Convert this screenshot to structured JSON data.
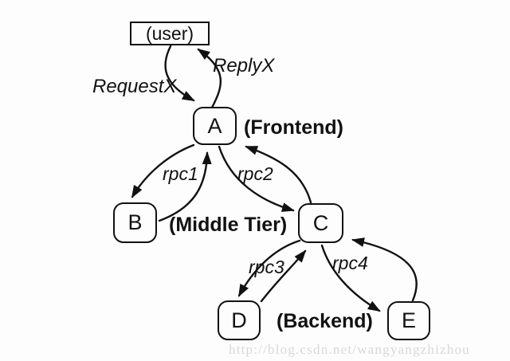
{
  "nodes": {
    "user": {
      "label": "(user)"
    },
    "a": {
      "label": "A"
    },
    "b": {
      "label": "B"
    },
    "c": {
      "label": "C"
    },
    "d": {
      "label": "D"
    },
    "e": {
      "label": "E"
    }
  },
  "tiers": {
    "frontend": {
      "label": "(Frontend)"
    },
    "middle": {
      "label": "(Middle Tier)"
    },
    "backend": {
      "label": "(Backend)"
    }
  },
  "links": [
    {
      "from": "user",
      "to": "A",
      "label": "RequestX"
    },
    {
      "from": "A",
      "to": "user",
      "label": "ReplyX"
    },
    {
      "between": "A-B",
      "label": "rpc1"
    },
    {
      "between": "A-C",
      "label": "rpc2"
    },
    {
      "between": "C-D",
      "label": "rpc3"
    },
    {
      "between": "C-E",
      "label": "rpc4"
    }
  ],
  "watermark": {
    "text": "http://blog.csdn.net/wangyangzhizhou"
  },
  "colors": {
    "ink": "#111111",
    "background": "#fdfdfd",
    "watermark": "#d8d8d8"
  }
}
